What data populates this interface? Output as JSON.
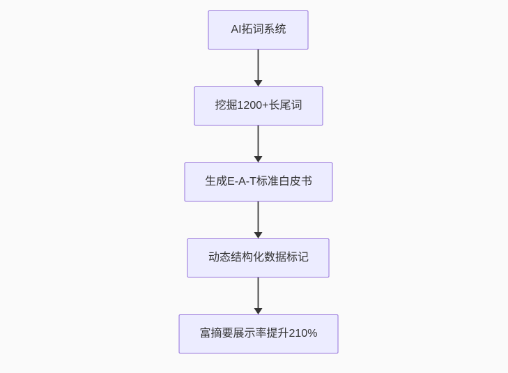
{
  "diagram": {
    "type": "flowchart",
    "direction": "top-down",
    "nodes": [
      {
        "id": "A",
        "label": "AI拓词系统"
      },
      {
        "id": "B",
        "label": "挖掘1200+长尾词"
      },
      {
        "id": "C",
        "label": "生成E-A-T标准白皮书"
      },
      {
        "id": "D",
        "label": "动态结构化数据标记"
      },
      {
        "id": "E",
        "label": "富摘要展示率提升210%"
      }
    ],
    "edges": [
      {
        "from": "A",
        "to": "B"
      },
      {
        "from": "B",
        "to": "C"
      },
      {
        "from": "C",
        "to": "D"
      },
      {
        "from": "D",
        "to": "E"
      }
    ],
    "colors": {
      "node_fill": "#ECECFF",
      "node_border": "#9370DB",
      "arrow_line": "#4b4b4b",
      "arrow_head": "#333333",
      "text": "#333333",
      "background": "#fafafa"
    }
  }
}
